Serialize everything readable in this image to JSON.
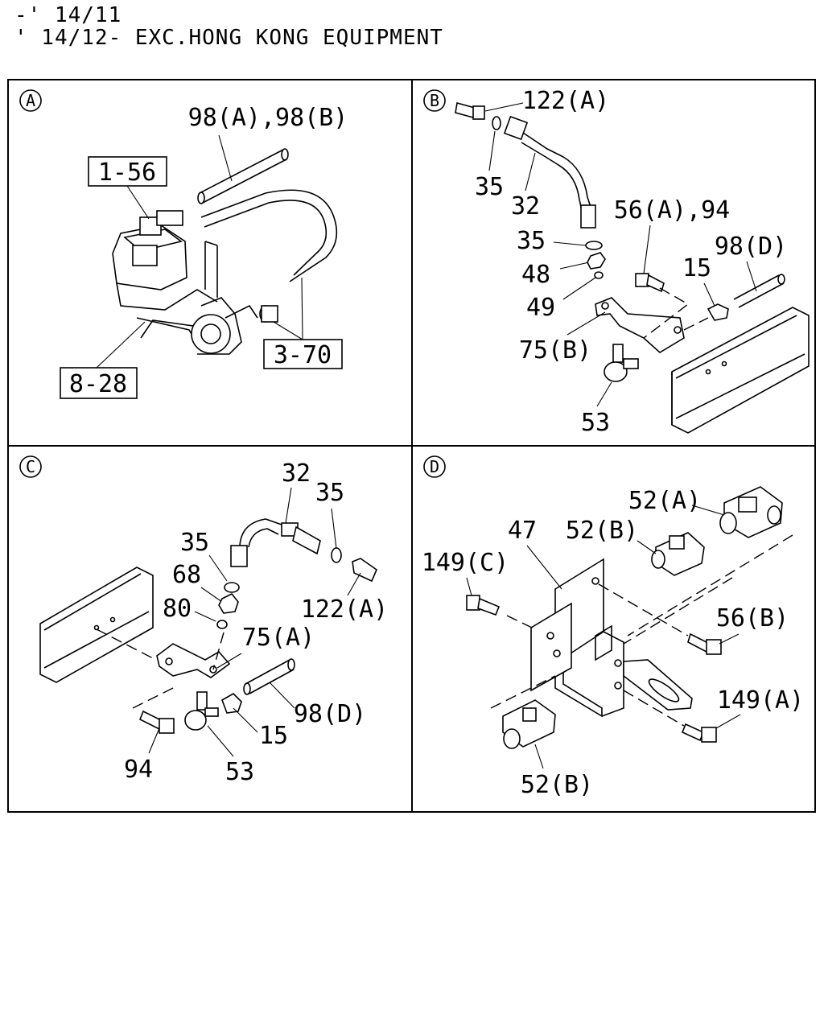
{
  "header": {
    "line1": "-' 14/11",
    "line2": "' 14/12- EXC.HONG KONG EQUIPMENT"
  },
  "panels": {
    "A": {
      "marker": "A",
      "labels": {
        "pipes": "98(A),98(B)",
        "ref_1_56": "1-56",
        "ref_3_70": "3-70",
        "ref_8_28": "8-28"
      }
    },
    "B": {
      "marker": "B",
      "labels": {
        "l122a": "122(A)",
        "l35a": "35",
        "l32": "32",
        "l35b": "35",
        "l48": "48",
        "l49": "49",
        "l56a94": "56(A),94",
        "l98d": "98(D)",
        "l15": "15",
        "l75b": "75(B)",
        "l53": "53"
      }
    },
    "C": {
      "marker": "C",
      "labels": {
        "l32": "32",
        "l35a": "35",
        "l35b": "35",
        "l68": "68",
        "l80": "80",
        "l122a": "122(A)",
        "l75a": "75(A)",
        "l98d": "98(D)",
        "l15": "15",
        "l94": "94",
        "l53": "53"
      }
    },
    "D": {
      "marker": "D",
      "labels": {
        "l52a": "52(A)",
        "l47": "47",
        "l52b_top": "52(B)",
        "l149c": "149(C)",
        "l56b": "56(B)",
        "l149a": "149(A)",
        "l52b_bottom": "52(B)"
      }
    }
  }
}
